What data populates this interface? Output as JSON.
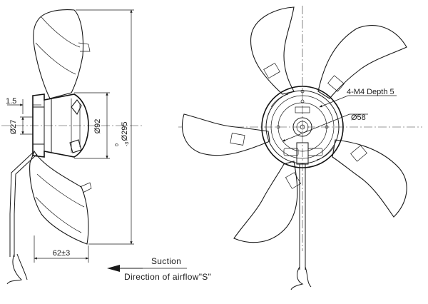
{
  "dimensions": {
    "side_gap": "1.5",
    "hub_dia": "Ø27",
    "inner_dia": "Ø92",
    "fan_dia": "Ø295",
    "fan_dia_tol_upper": "0",
    "fan_dia_tol_lower": "-3",
    "depth": "62±3",
    "bolt_spec": "4-M4 Depth 5",
    "bolt_circle": "Ø58"
  },
  "labels": {
    "suction": "Suction",
    "airflow": "Direction of airflow\"S\""
  },
  "colors": {
    "line": "#1a1a1a",
    "background": "#ffffff"
  },
  "icons": {
    "airflow_arrow": "left-arrow-icon"
  }
}
